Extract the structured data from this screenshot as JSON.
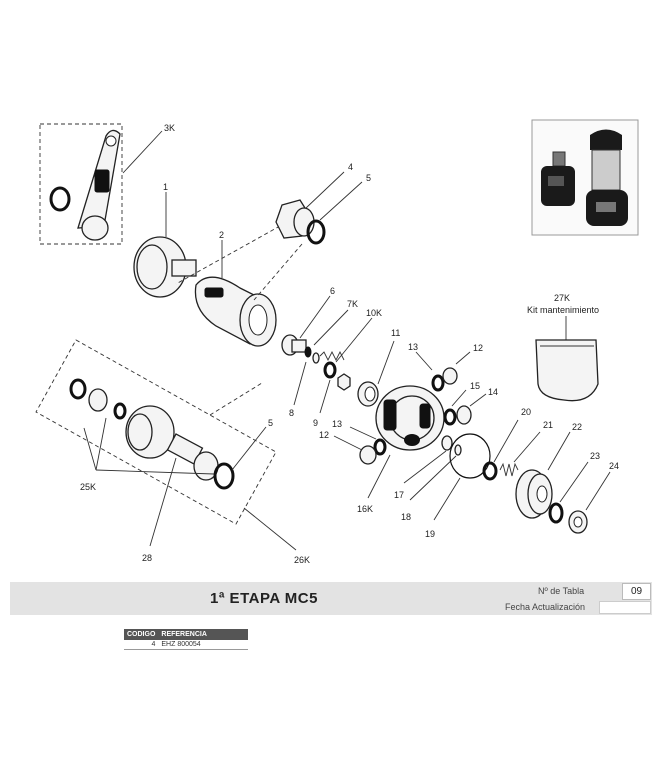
{
  "diagram": {
    "labels": [
      "3K",
      "1",
      "2",
      "4",
      "5",
      "6",
      "7K",
      "10K",
      "11",
      "13",
      "12",
      "27K",
      "15",
      "14",
      "8",
      "9",
      "5",
      "13",
      "12",
      "20",
      "21",
      "22",
      "23",
      "24",
      "16K",
      "17",
      "18",
      "19",
      "25K",
      "28",
      "26K"
    ],
    "kit_label": "Kit mantenimiento"
  },
  "footer": {
    "title": "1ª ETAPA MC5",
    "tabla_label": "Nº de Tabla",
    "tabla_value": "09",
    "fecha_label": "Fecha Actualización",
    "fecha_value": ""
  },
  "table": {
    "headers": [
      "CODIGO",
      "REFERENCIA"
    ],
    "rows": [
      {
        "codigo": "4",
        "referencia": "EHZ 800054"
      }
    ]
  }
}
